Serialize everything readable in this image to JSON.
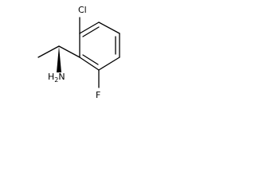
{
  "molecule": {
    "atoms": {
      "chlorine": "Cl",
      "fluorine": "F",
      "amine_main": "H",
      "amine_sub": "2",
      "amine_tail": "N"
    },
    "colors": {
      "bond": "#000000",
      "label": "#000000",
      "background": "#ffffff"
    }
  }
}
